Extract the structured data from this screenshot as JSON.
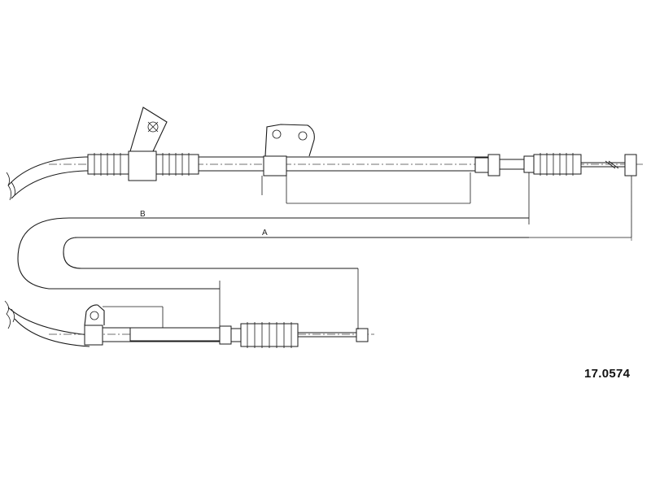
{
  "diagram": {
    "part_number": "17.0574",
    "dimension_labels": {
      "a": "A",
      "b": "B"
    },
    "colors": {
      "line": "#1a1a1a",
      "background": "#ffffff"
    }
  }
}
